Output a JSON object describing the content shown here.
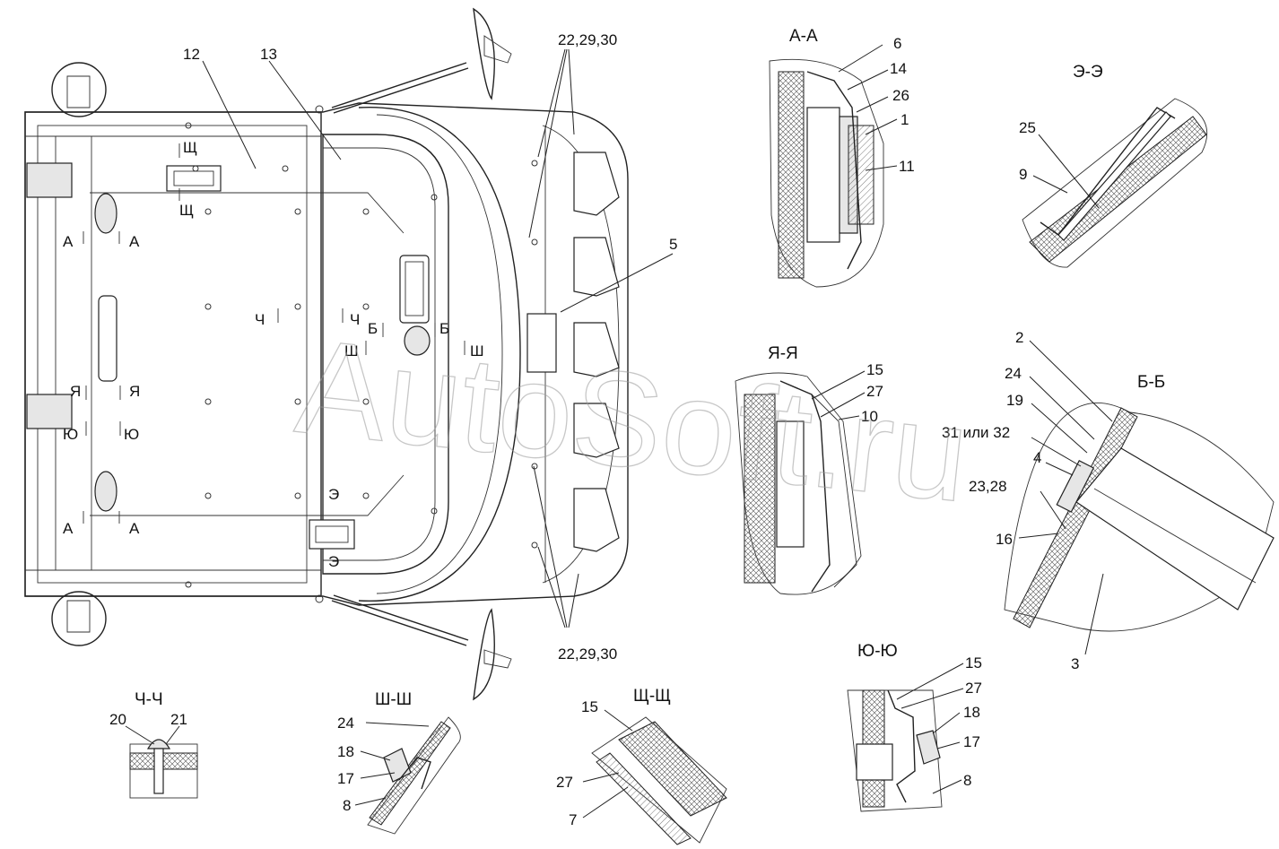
{
  "watermark": "AutoSoft.ru",
  "views": {
    "section_aa": "А-А",
    "section_ee": "Э-Э",
    "section_yaya": "Я-Я",
    "section_bb": "Б-Б",
    "section_yuyu": "Ю-Ю",
    "section_chch": "Ч-Ч",
    "section_shsh": "Ш-Ш",
    "section_shchshch": "Щ-Щ"
  },
  "main_view": {
    "callouts": {
      "c12": "12",
      "c13": "13",
      "c22_top": "22,29,30",
      "c22_bottom": "22,29,30",
      "c5": "5"
    },
    "section_marks": {
      "a1_l": "А",
      "a1_r": "А",
      "a2_l": "А",
      "a2_r": "А",
      "ya_l": "Я",
      "ya_r": "Я",
      "yu_l": "Ю",
      "yu_r": "Ю",
      "ch_l": "Ч",
      "ch_r": "Ч",
      "b_l": "Б",
      "b_r": "Б",
      "sh_l": "Ш",
      "sh_r": "Ш",
      "shch_top": "Щ",
      "shch_bottom": "Щ",
      "e_top": "Э",
      "e_bottom": "Э"
    }
  },
  "detail_aa": {
    "c6": "6",
    "c14": "14",
    "c26": "26",
    "c1": "1",
    "c11": "11"
  },
  "detail_ee": {
    "c25": "25",
    "c9": "9"
  },
  "detail_yaya": {
    "c15": "15",
    "c27": "27",
    "c10": "10"
  },
  "detail_bb": {
    "c2": "2",
    "c24": "24",
    "c19": "19",
    "c31": "31 или 32",
    "c4": "4",
    "c23": "23,28",
    "c16": "16",
    "c3": "3"
  },
  "detail_yuyu": {
    "c15": "15",
    "c27": "27",
    "c18": "18",
    "c17": "17",
    "c8": "8"
  },
  "detail_chch": {
    "c20": "20",
    "c21": "21"
  },
  "detail_shsh": {
    "c24": "24",
    "c18": "18",
    "c17": "17",
    "c8": "8"
  },
  "detail_shchshch": {
    "c15": "15",
    "c27": "27",
    "c7": "7"
  }
}
